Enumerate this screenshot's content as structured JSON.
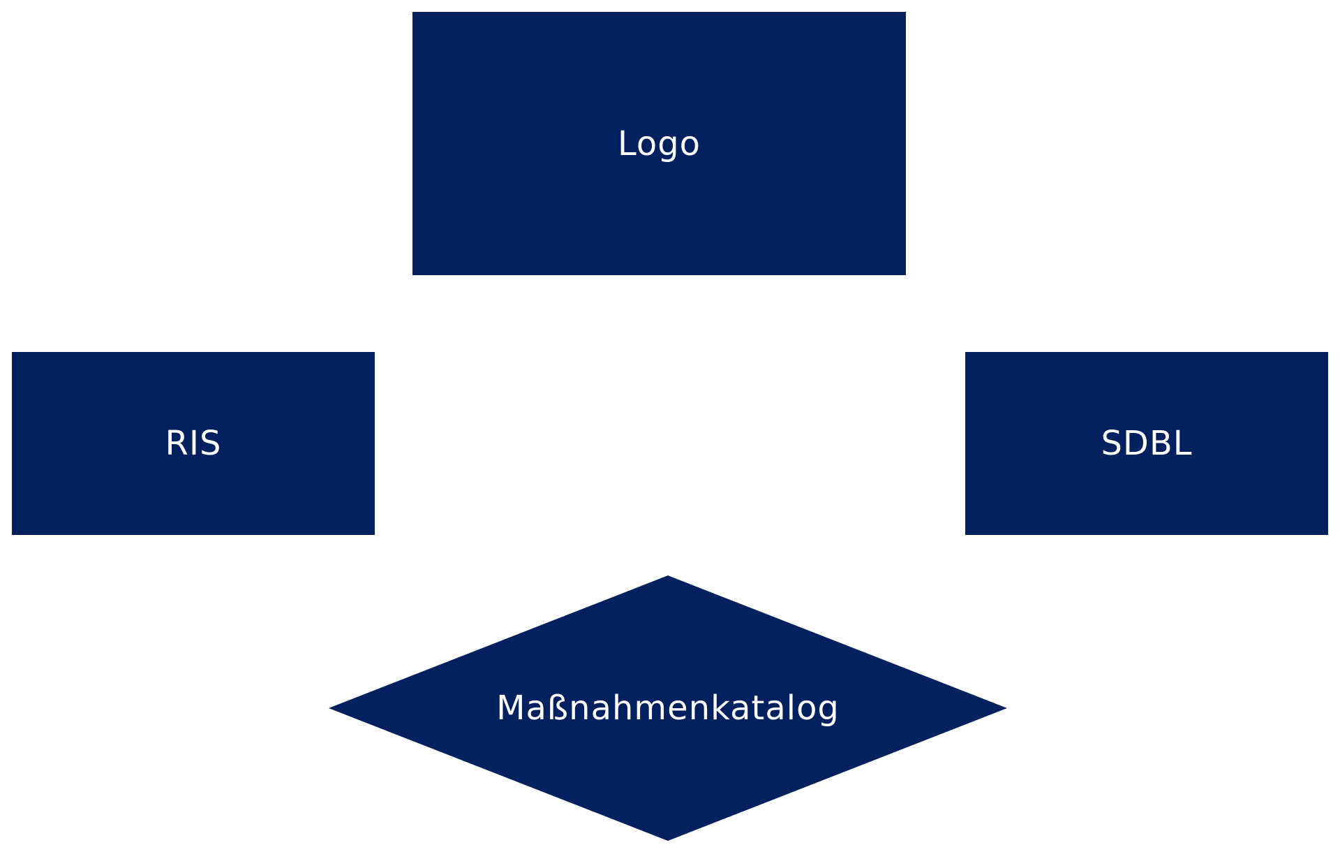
{
  "colors": {
    "node_fill": "#03205f",
    "text": "#ffffff",
    "background": "#ffffff"
  },
  "nodes": {
    "logo": {
      "label": "Logo",
      "shape": "rectangle"
    },
    "ris": {
      "label": "RIS",
      "shape": "rectangle"
    },
    "sdbl": {
      "label": "SDBL",
      "shape": "rectangle"
    },
    "massnahmenkatalog": {
      "label": "Maßnahmenkatalog",
      "shape": "diamond"
    }
  }
}
